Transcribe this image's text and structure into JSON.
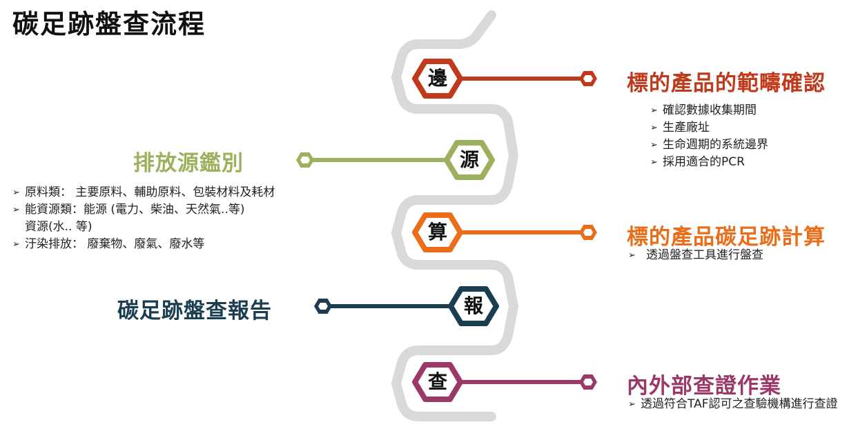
{
  "title": "碳足跡盤查流程",
  "colors": {
    "red": "#c0391b",
    "green": "#9bb15d",
    "orange": "#ec6d19",
    "navy": "#1b3d52",
    "purple": "#9b3868",
    "path": "#d9d9d9"
  },
  "steps": [
    {
      "node_char": "邊",
      "heading": "標的產品的範疇確認",
      "bullets": [
        "確認數據收集期間",
        "生產廠址",
        "生命週期的系統邊界",
        "採用適合的PCR"
      ]
    },
    {
      "node_char": "源",
      "heading": "排放源鑑別",
      "bullets": [
        "原料類： 主要原料、輔助原料、包裝材料及耗材",
        "能資源類：能源 (電力、柴油、天然氣..等)",
        "資源(水.. 等)",
        "汙染排放： 廢棄物、廢氣、廢水等"
      ]
    },
    {
      "node_char": "算",
      "heading": "標的產品碳足跡計算",
      "bullets": [
        "透過盤查工具進行盤查"
      ]
    },
    {
      "node_char": "報",
      "heading": "碳足跡盤查報告",
      "bullets": []
    },
    {
      "node_char": "查",
      "heading": "內外部查證作業",
      "bullets": [
        "透過符合TAF認可之查驗機構進行查證"
      ]
    }
  ]
}
